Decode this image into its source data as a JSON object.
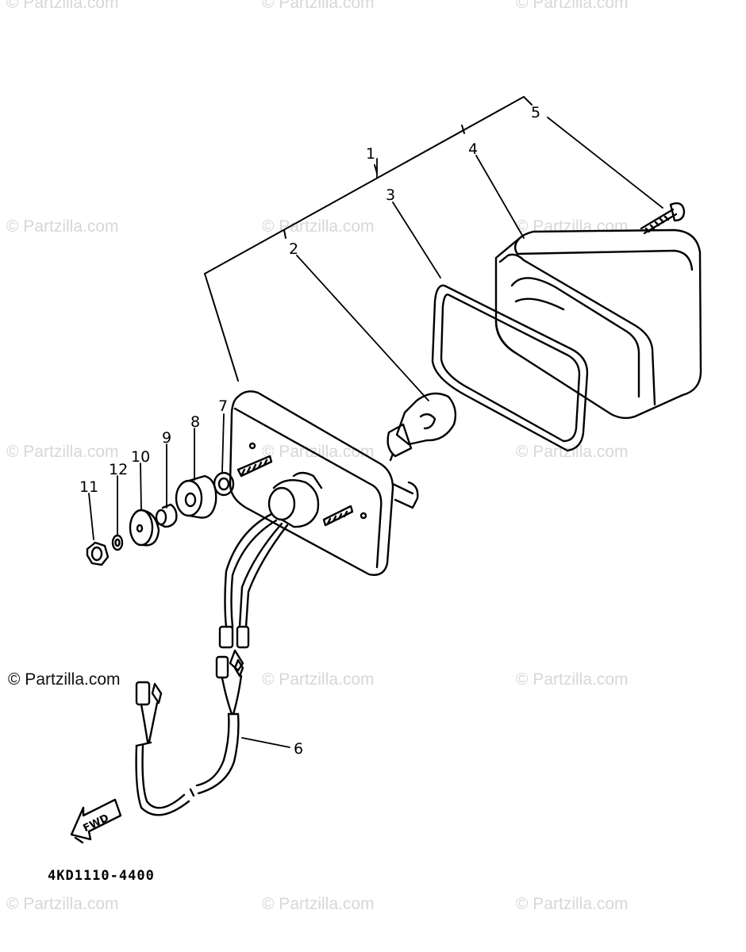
{
  "watermarks": {
    "text": "© Partzilla.com",
    "prominent_text": "© Partzilla.com"
  },
  "callouts": {
    "c1": "1",
    "c2": "2",
    "c3": "3",
    "c4": "4",
    "c5": "5",
    "c6": "6",
    "c7": "7",
    "c8": "8",
    "c9": "9",
    "c10": "10",
    "c11": "11",
    "c12": "12"
  },
  "fwd_label": "FWD",
  "diagram_code": "4KD1110-4400"
}
